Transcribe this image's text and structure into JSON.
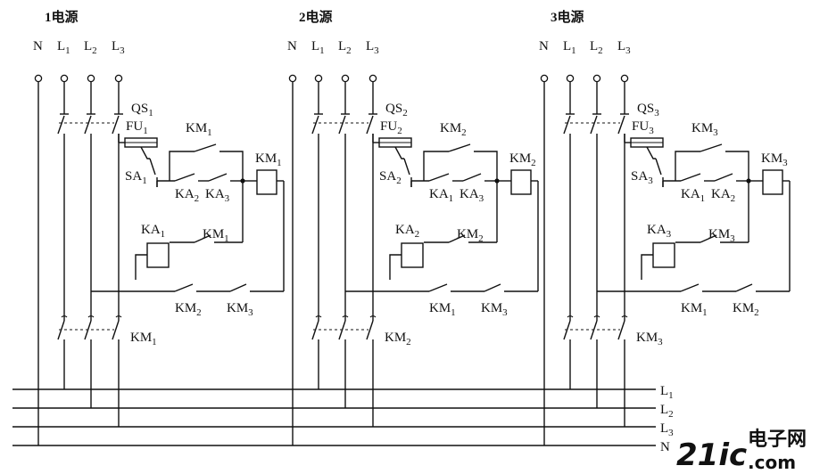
{
  "diagram": {
    "units": [
      {
        "title": "1电源",
        "terminals": [
          "N",
          "L1",
          "L2",
          "L3"
        ],
        "qs": "QS1",
        "fu": "FU1",
        "sa": "SA1",
        "km_self": "KM1",
        "km_hold": "KM1",
        "coil": "KM1",
        "ka_a": "KA2",
        "ka_b": "KA3",
        "ka_coil": "KA1",
        "ka_contact": "KM1",
        "km_x": "KM2",
        "km_y": "KM3",
        "km_main": "KM1"
      },
      {
        "title": "2电源",
        "terminals": [
          "N",
          "L1",
          "L2",
          "L3"
        ],
        "qs": "QS2",
        "fu": "FU2",
        "sa": "SA2",
        "km_self": "KM2",
        "km_hold": "KM2",
        "coil": "KM2",
        "ka_a": "KA1",
        "ka_b": "KA3",
        "ka_coil": "KA2",
        "ka_contact": "KM2",
        "km_x": "KM1",
        "km_y": "KM3",
        "km_main": "KM2"
      },
      {
        "title": "3电源",
        "terminals": [
          "N",
          "L1",
          "L2",
          "L3"
        ],
        "qs": "QS3",
        "fu": "FU3",
        "sa": "SA3",
        "km_self": "KM3",
        "km_hold": "KM3",
        "coil": "KM3",
        "ka_a": "KA1",
        "ka_b": "KA2",
        "ka_coil": "KA3",
        "ka_contact": "KM3",
        "km_x": "KM1",
        "km_y": "KM2",
        "km_main": "KM3"
      }
    ],
    "bus_labels": [
      "L1",
      "L2",
      "L3",
      "N"
    ],
    "watermark": {
      "logo": "21ic",
      "site_cn": "电子网",
      "domain": ".com"
    },
    "colors": {
      "ink": "#111111",
      "watermark_red": "#e0282e",
      "watermark_blue": "#2f5fb7"
    }
  }
}
